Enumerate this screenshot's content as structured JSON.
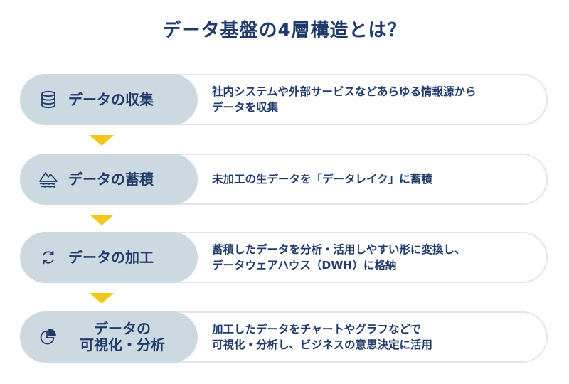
{
  "title": "データ基盤の4層構造とは？",
  "layers": [
    {
      "label": "データの収集",
      "icon": "database-icon",
      "desc_line1": "社内システムや外部サービスなどあらゆる情報源から",
      "desc_line2": "データを収集"
    },
    {
      "label": "データの蓄積",
      "icon": "lake-icon",
      "desc_line1": "未加工の生データを「データレイク」に蓄積",
      "desc_line2": ""
    },
    {
      "label": "データの加工",
      "icon": "refresh-icon",
      "desc_line1": "蓄積したデータを分析・活用しやすい形に変換し、",
      "desc_line2": "データウェアハウス（DWH）に格納"
    },
    {
      "label_line1": "データの",
      "label_line2": "可視化・分析",
      "icon": "pie-chart-icon",
      "desc_line1": "加工したデータをチャートやグラフなどで",
      "desc_line2": "可視化・分析し、ビジネスの意思決定に活用"
    }
  ],
  "colors": {
    "accent": "#f3c61c",
    "pill": "#cdd9e1",
    "text": "#1f3a6b",
    "border": "#e1e6ec"
  }
}
